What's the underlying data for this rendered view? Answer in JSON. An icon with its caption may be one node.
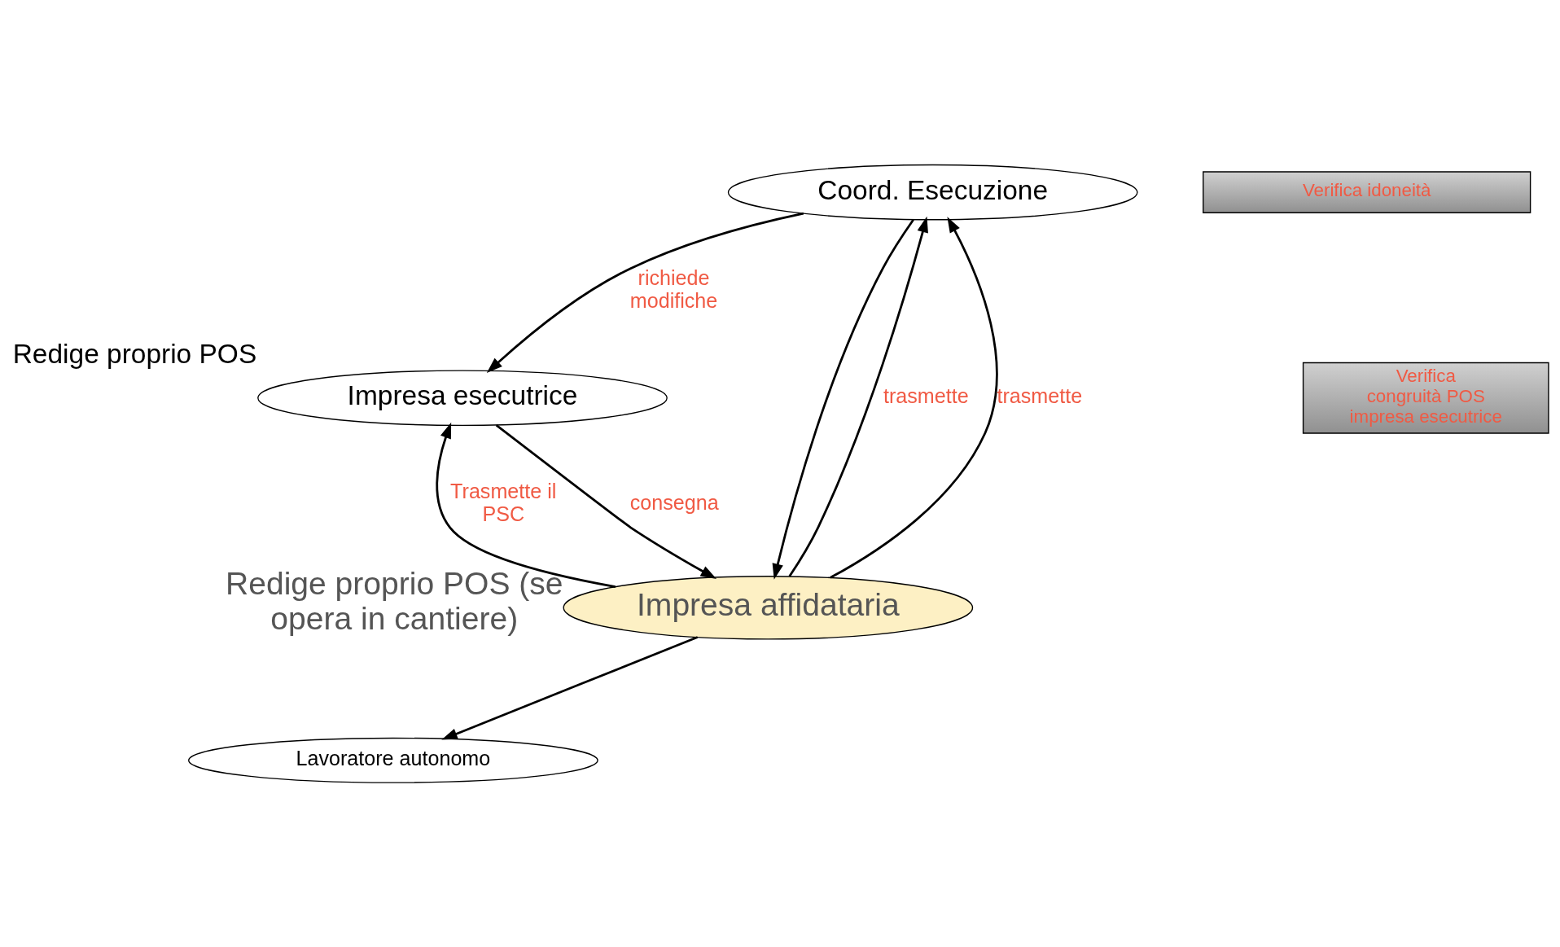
{
  "diagram": {
    "nodes": [
      {
        "text": [
          "Coord. Esecuzione"
        ]
      },
      {
        "text": [
          "Verifica idoneità"
        ]
      },
      {
        "text": [
          "Verifica  congruità POS impresa esecutrice"
        ]
      },
      {
        "text": [
          "Impresa esecutrice"
        ],
        "beside": [
          "Redige proprio POS"
        ]
      },
      {
        "text": [
          "Impresa affidataria"
        ],
        "beside": [
          "Redige proprio POS (se opera in cantiere)"
        ]
      },
      {
        "text": [
          "Lavoratore autonomo"
        ]
      }
    ],
    "edges": [
      {
        "from": 4,
        "to": 0,
        "arrow": "to",
        "label": "trasmette"
      },
      {
        "from": 4,
        "to": 0,
        "arrow": "to",
        "label": "trasmette"
      },
      {
        "from": 0,
        "to": 4,
        "arrow": "to"
      },
      {
        "from": 0,
        "to": 3,
        "arrow": "to",
        "label": "richiede modifiche"
      },
      {
        "from": 3,
        "to": 4,
        "arrow": "to",
        "label": "consegna"
      },
      {
        "from": 4,
        "to": 3,
        "arrow": "to",
        "label": "Trasmette il PSC"
      },
      {
        "from": 4,
        "to": 5,
        "arrow": "to"
      }
    ]
  }
}
